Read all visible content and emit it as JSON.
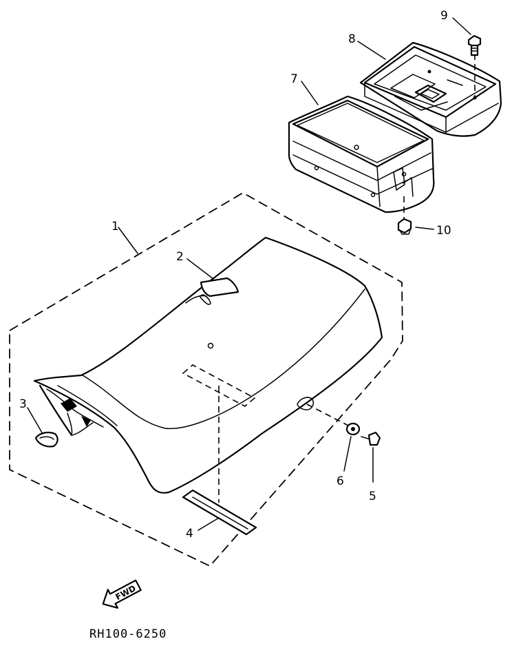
{
  "diagram": {
    "callouts": [
      {
        "id": 1,
        "label": "1"
      },
      {
        "id": 2,
        "label": "2"
      },
      {
        "id": 3,
        "label": "3"
      },
      {
        "id": 4,
        "label": "4"
      },
      {
        "id": 5,
        "label": "5"
      },
      {
        "id": 6,
        "label": "6"
      },
      {
        "id": 7,
        "label": "7"
      },
      {
        "id": 8,
        "label": "8"
      },
      {
        "id": 9,
        "label": "9"
      },
      {
        "id": 10,
        "label": "10"
      }
    ],
    "direction_arrow": "FWD",
    "drawing_code": "RH100-6250",
    "icons": [
      "fwd-arrow-icon"
    ]
  }
}
